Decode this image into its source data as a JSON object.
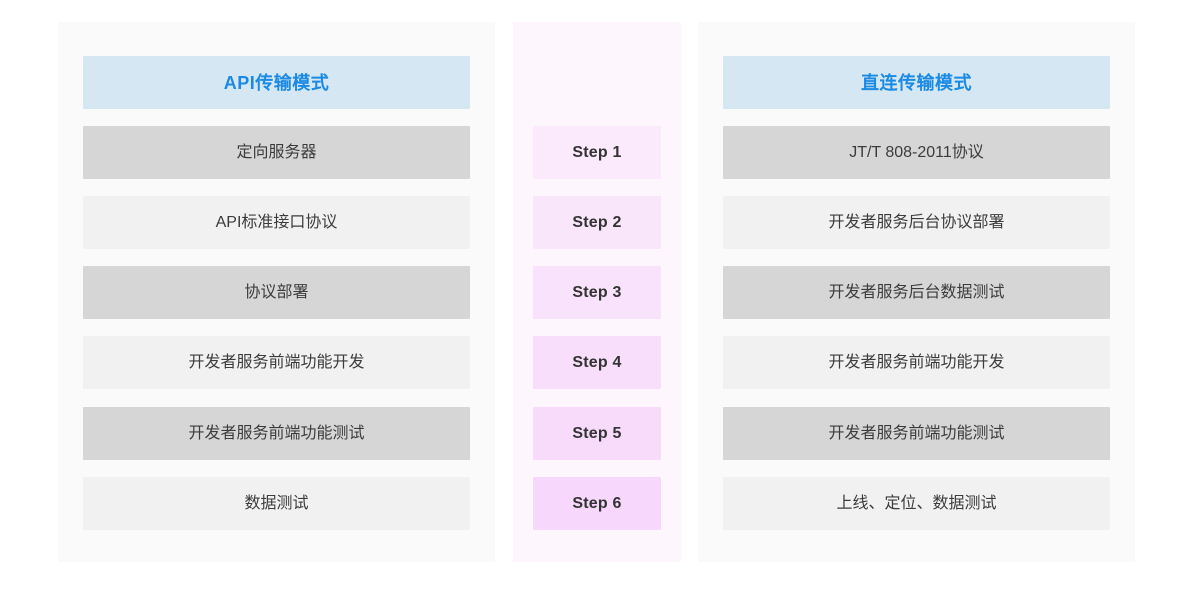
{
  "colors": {
    "page_background": "#ffffff",
    "panel_gray": "#fafafa",
    "panel_pink": "#fdf6fd",
    "header_blue": "#d6e7f4",
    "header_text_blue": "#1a8ae5",
    "row_dark": "#d6d6d6",
    "row_light": "#f1f1f1",
    "row_text": "#3c3c3c",
    "step_text": "#333333"
  },
  "left_panel": {
    "header": "API传输模式",
    "rows": [
      {
        "label": "定向服务器",
        "shade": "dark"
      },
      {
        "label": "API标准接口协议",
        "shade": "light"
      },
      {
        "label": "协议部署",
        "shade": "dark"
      },
      {
        "label": "开发者服务前端功能开发",
        "shade": "light"
      },
      {
        "label": "开发者服务前端功能测试",
        "shade": "dark"
      },
      {
        "label": "数据测试",
        "shade": "light"
      }
    ]
  },
  "step_panel": {
    "steps": [
      {
        "label": "Step 1",
        "color": "#fbe9fc"
      },
      {
        "label": "Step 2",
        "color": "#fae6fb"
      },
      {
        "label": "Step 3",
        "color": "#f9e2fb"
      },
      {
        "label": "Step 4",
        "color": "#f9defb"
      },
      {
        "label": "Step 5",
        "color": "#f8dbfb"
      },
      {
        "label": "Step 6",
        "color": "#f7d7fb"
      }
    ]
  },
  "right_panel": {
    "header": "直连传输模式",
    "rows": [
      {
        "label": "JT/T 808-2011协议",
        "shade": "dark"
      },
      {
        "label": "开发者服务后台协议部署",
        "shade": "light"
      },
      {
        "label": "开发者服务后台数据测试",
        "shade": "dark"
      },
      {
        "label": "开发者服务前端功能开发",
        "shade": "light"
      },
      {
        "label": "开发者服务前端功能测试",
        "shade": "dark"
      },
      {
        "label": "上线、定位、数据测试",
        "shade": "light"
      }
    ]
  }
}
